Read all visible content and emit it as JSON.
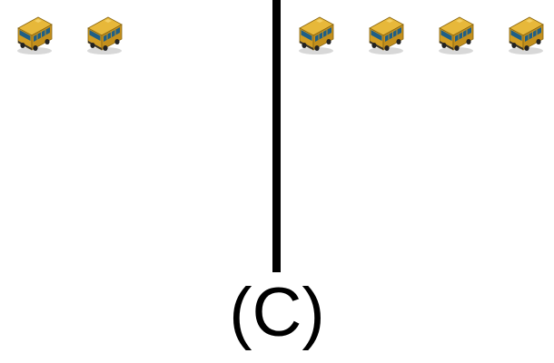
{
  "left_group": {
    "bus_count": 2,
    "icon": "school-bus-icon"
  },
  "right_group": {
    "bus_count": 4,
    "icon": "school-bus-icon"
  },
  "caption": "(C)",
  "colors": {
    "bus_body": "#d9a62a",
    "bus_dark": "#9a7415",
    "bus_window": "#1f5f86",
    "divider": "#000000",
    "text": "#000000"
  }
}
